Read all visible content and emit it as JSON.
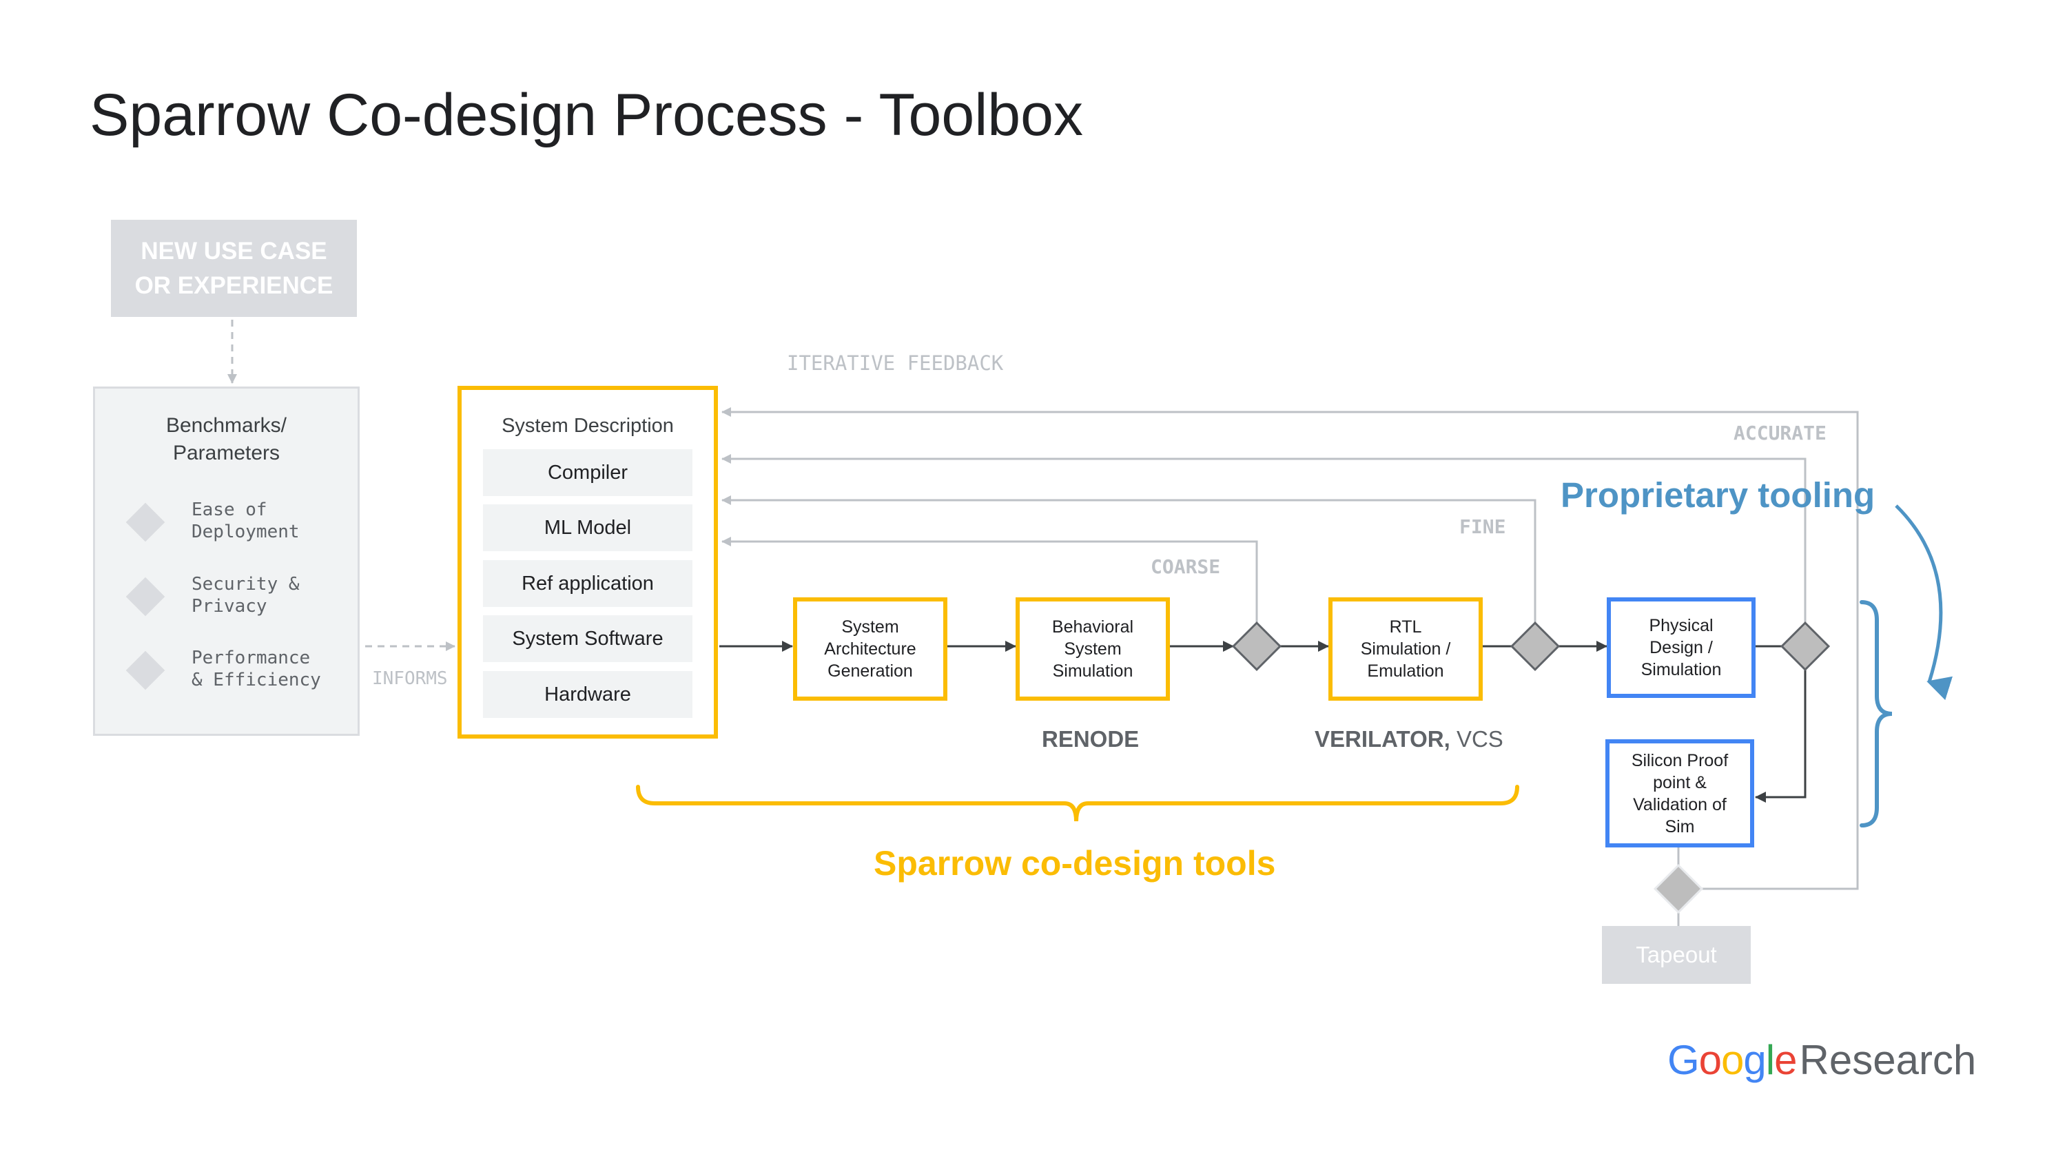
{
  "title": "Sparrow Co-design Process - Toolbox",
  "new_use_case": "NEW  USE CASE\nOR EXPERIENCE",
  "benchmarks": {
    "title": "Benchmarks/\nParameters",
    "items": [
      "Ease of\nDeployment",
      "Security &\nPrivacy",
      "Performance\n& Efficiency"
    ]
  },
  "informs_label": "INFORMS",
  "iterative_feedback_label": "ITERATIVE FEEDBACK",
  "system_description": {
    "title": "System Description",
    "items": [
      "Compiler",
      "ML Model",
      "Ref application",
      "System Software",
      "Hardware"
    ]
  },
  "stages": {
    "sys_arch": "System\nArchitecture\nGeneration",
    "behavioral": "Behavioral\nSystem\nSimulation",
    "rtl": "RTL\nSimulation /\nEmulation",
    "physical": "Physical\nDesign /\nSimulation",
    "silicon": "Silicon Proof\npoint &\nValidation of\nSim"
  },
  "feedback_levels": {
    "coarse": "COARSE",
    "fine": "FINE",
    "accurate": "ACCURATE"
  },
  "tools": {
    "renode": "RENODE",
    "verilator": "VERILATOR,",
    "vcs": " VCS"
  },
  "tapeout": "Tapeout",
  "captions": {
    "sparrow_tools": "Sparrow co-design tools",
    "proprietary": "Proprietary tooling"
  },
  "logo": {
    "letters": [
      "G",
      "o",
      "o",
      "g",
      "l",
      "e"
    ],
    "letter_colors": [
      "#4285f4",
      "#ea4335",
      "#fbbc04",
      "#4285f4",
      "#34a853",
      "#ea4335"
    ],
    "research": "Research"
  },
  "colors": {
    "accent_yellow": "#fbbc04",
    "accent_blue": "#4285f4",
    "proprietary_blue": "#4e94c5",
    "muted_grey": "#dadce0"
  }
}
